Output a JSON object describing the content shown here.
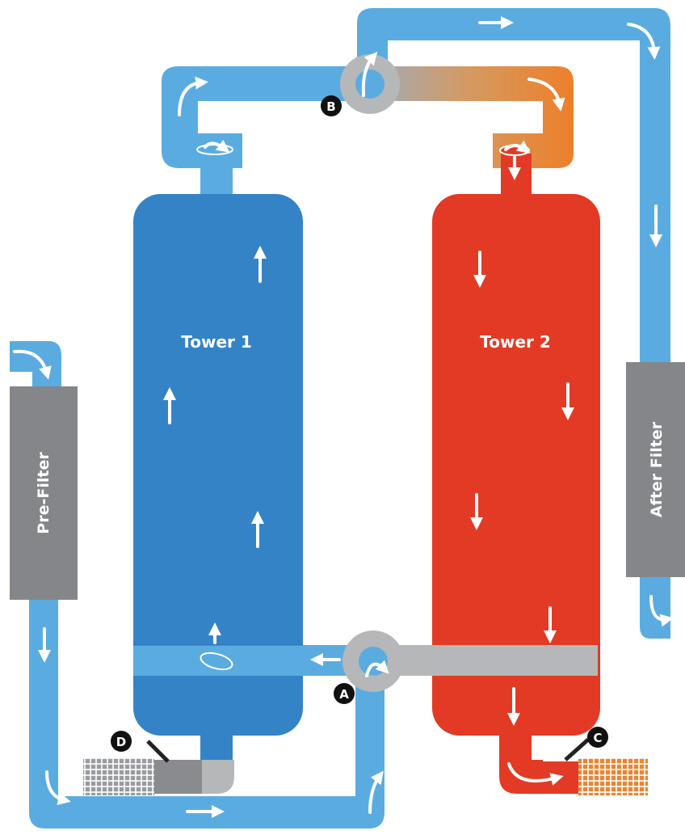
{
  "towers": {
    "tower1": "Tower 1",
    "tower2": "Tower 2"
  },
  "filters": {
    "pre": "Pre-Filter",
    "after": "After Filter"
  },
  "valves": {
    "a": "A",
    "b": "B",
    "c": "C",
    "d": "D"
  },
  "colors": {
    "pipe_blue": "#5aace0",
    "tower_blue": "#3483c7",
    "tower_red": "#e23a24",
    "pipe_orange": "#ee7f2a",
    "filter_gray": "#858689",
    "valve_gray": "#b6b7b9",
    "muffler_orange": "#e88532"
  }
}
